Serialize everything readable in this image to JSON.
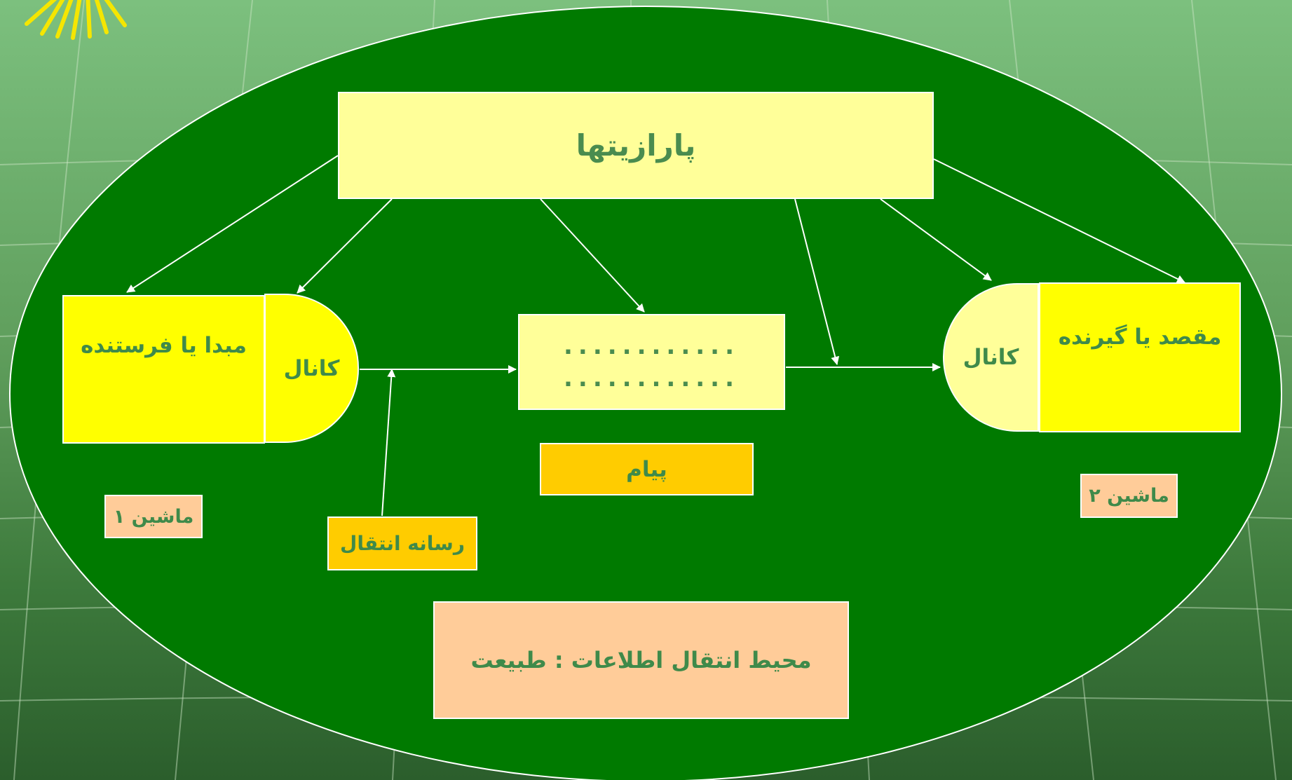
{
  "colors": {
    "ellipse_fill": "#007a00",
    "yellow": "#ffff00",
    "light_yellow": "#ffff99",
    "gold": "#ffcc00",
    "peach": "#ffcc99",
    "text_green": "#3f8a4a"
  },
  "nodes": {
    "parasites": "پارازیتها",
    "source": "مبدا یا فرستنده",
    "source_channel": "کانال",
    "destination": "مقصد یا گیرنده",
    "destination_channel": "کانال",
    "message_line1": "............",
    "message_line2": "............",
    "message_label": "پیام",
    "machine1": "ماشین ۱",
    "machine2": "ماشین ۲",
    "transmission_medium": "رسانه انتقال",
    "environment": "محیط انتقال اطلاعات : طبیعت"
  }
}
